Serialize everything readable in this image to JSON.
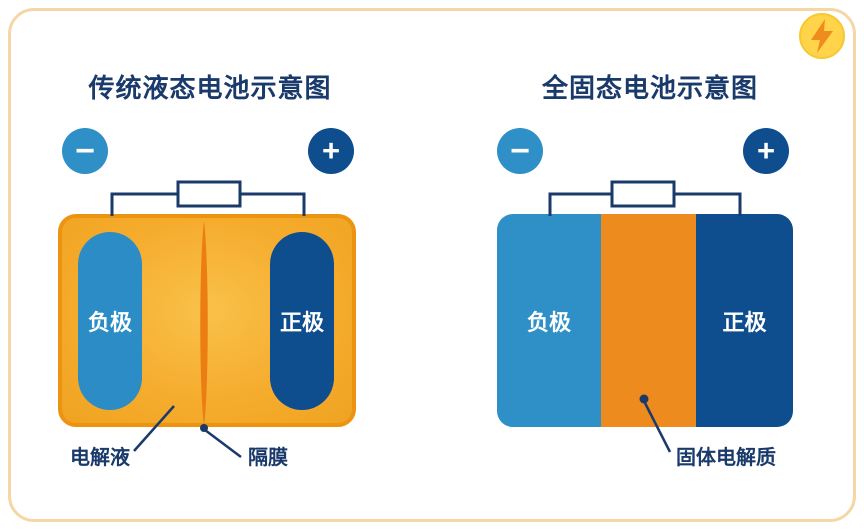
{
  "badge": {
    "icon": "lightning-icon"
  },
  "panels": {
    "left": {
      "title": "传统液态电池示意图",
      "minus": "−",
      "plus": "+",
      "anode": "负极",
      "cathode": "正极",
      "labels": {
        "electrolyte": "电解液",
        "separator": "隔膜"
      }
    },
    "right": {
      "title": "全固态电池示意图",
      "minus": "−",
      "plus": "+",
      "anode": "负极",
      "cathode": "正极",
      "labels": {
        "solid_electrolyte": "固体电解质"
      }
    }
  },
  "colors": {
    "title_navy": "#1a3a6b",
    "dark_blue": "#0e4d8e",
    "light_blue": "#2f8fc7",
    "battery_orange": "#f5ab2c",
    "battery_border": "#ec9310",
    "deep_orange": "#ee8b1e",
    "separator_orange": "#ec7d12",
    "card_border": "#f6d6a6",
    "badge_yellow": "#ffd34a",
    "badge_bolt": "#ef8c1e"
  }
}
